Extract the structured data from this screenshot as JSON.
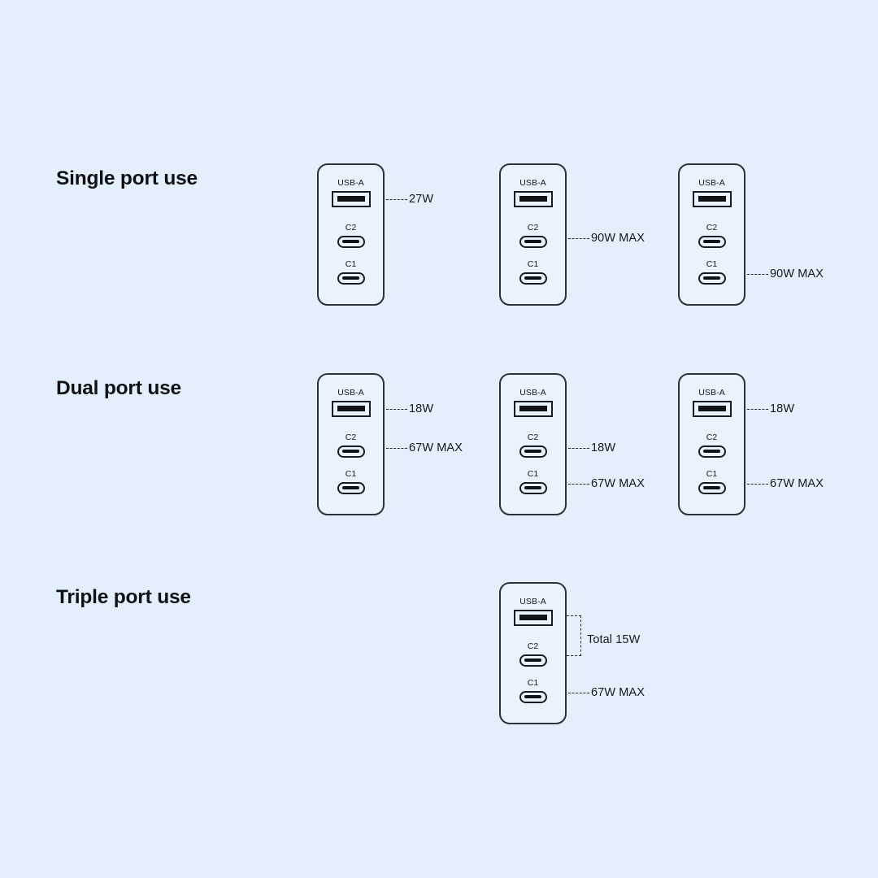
{
  "page": {
    "background_color": "#e4effd",
    "device_fill_color": "#e9f2fd",
    "outline_color": "#2b3238",
    "text_color": "#15171a"
  },
  "port_labels": {
    "usba": "USB-A",
    "c2": "C2",
    "c1": "C1"
  },
  "sections": [
    {
      "title": "Single port use",
      "devices": [
        {
          "callouts": [
            {
              "port": "usba",
              "text": "27W"
            }
          ]
        },
        {
          "callouts": [
            {
              "port": "c2",
              "text": "90W MAX"
            }
          ]
        },
        {
          "callouts": [
            {
              "port": "c1",
              "text": "90W MAX"
            }
          ]
        }
      ]
    },
    {
      "title": "Dual port use",
      "devices": [
        {
          "callouts": [
            {
              "port": "usba",
              "text": "18W"
            },
            {
              "port": "c2",
              "text": "67W MAX"
            }
          ]
        },
        {
          "callouts": [
            {
              "port": "c2",
              "text": "18W"
            },
            {
              "port": "c1",
              "text": "67W MAX"
            }
          ]
        },
        {
          "callouts": [
            {
              "port": "usba",
              "text": "18W"
            },
            {
              "port": "c1",
              "text": "67W MAX"
            }
          ]
        }
      ]
    },
    {
      "title": "Triple port use",
      "devices": [
        {
          "bracket": {
            "text": "Total 15W",
            "spans": [
              "usba",
              "c2"
            ]
          },
          "callouts": [
            {
              "port": "c1",
              "text": "67W MAX"
            }
          ]
        }
      ]
    }
  ]
}
